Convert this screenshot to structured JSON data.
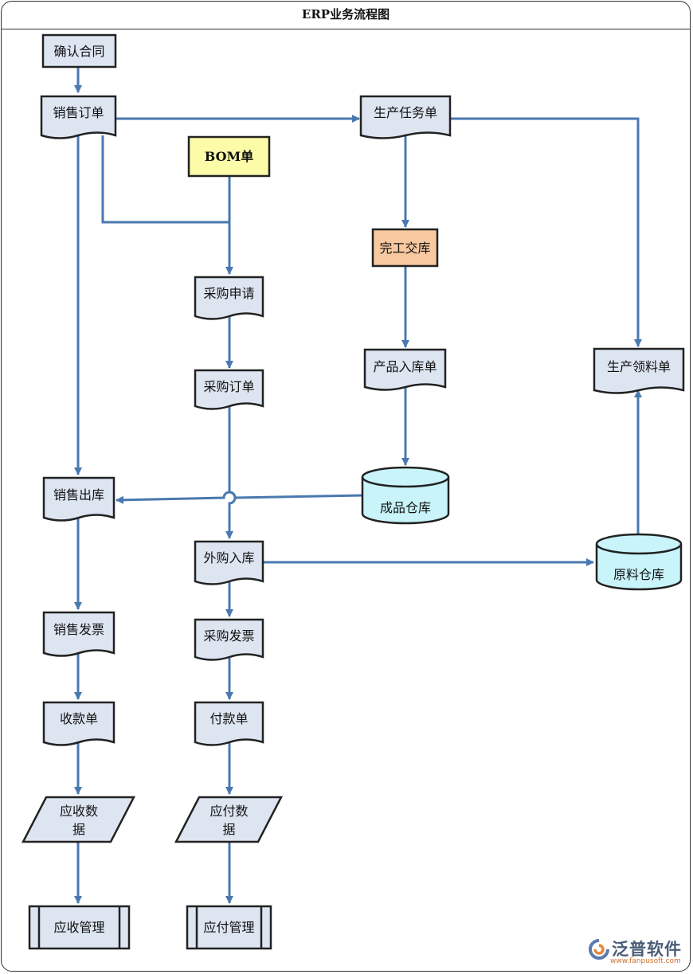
{
  "title": "ERP业务流程图",
  "nodes": {
    "confirm_contract": "确认合同",
    "sales_order": "销售订单",
    "bom": "BOM单",
    "production_task": "生产任务单",
    "completion_storage": "完工交库",
    "purchase_request": "采购申请",
    "purchase_order": "采购订单",
    "product_inbound": "产品入库单",
    "production_picking": "生产领料单",
    "sales_outbound": "销售出库",
    "finished_warehouse": "成品仓库",
    "external_inbound": "外购入库",
    "raw_warehouse": "原料仓库",
    "sales_invoice": "销售发票",
    "purchase_invoice": "采购发票",
    "receipt": "收款单",
    "payment": "付款单",
    "receivable_data_line1": "应收数",
    "receivable_data_line2": "据",
    "payable_data_line1": "应付数",
    "payable_data_line2": "据",
    "receivable_mgmt": "应收管理",
    "payable_mgmt": "应付管理"
  },
  "colors": {
    "node_fill": "#dde5f1",
    "bom_fill": "#fbfba8",
    "completion_fill": "#f8c8a0",
    "warehouse_fill": "#c8f4fa",
    "arrow": "#4a78b0",
    "outline": "#222222"
  },
  "logo": {
    "name": "泛普软件",
    "url": "www.fanpusoft.com"
  }
}
